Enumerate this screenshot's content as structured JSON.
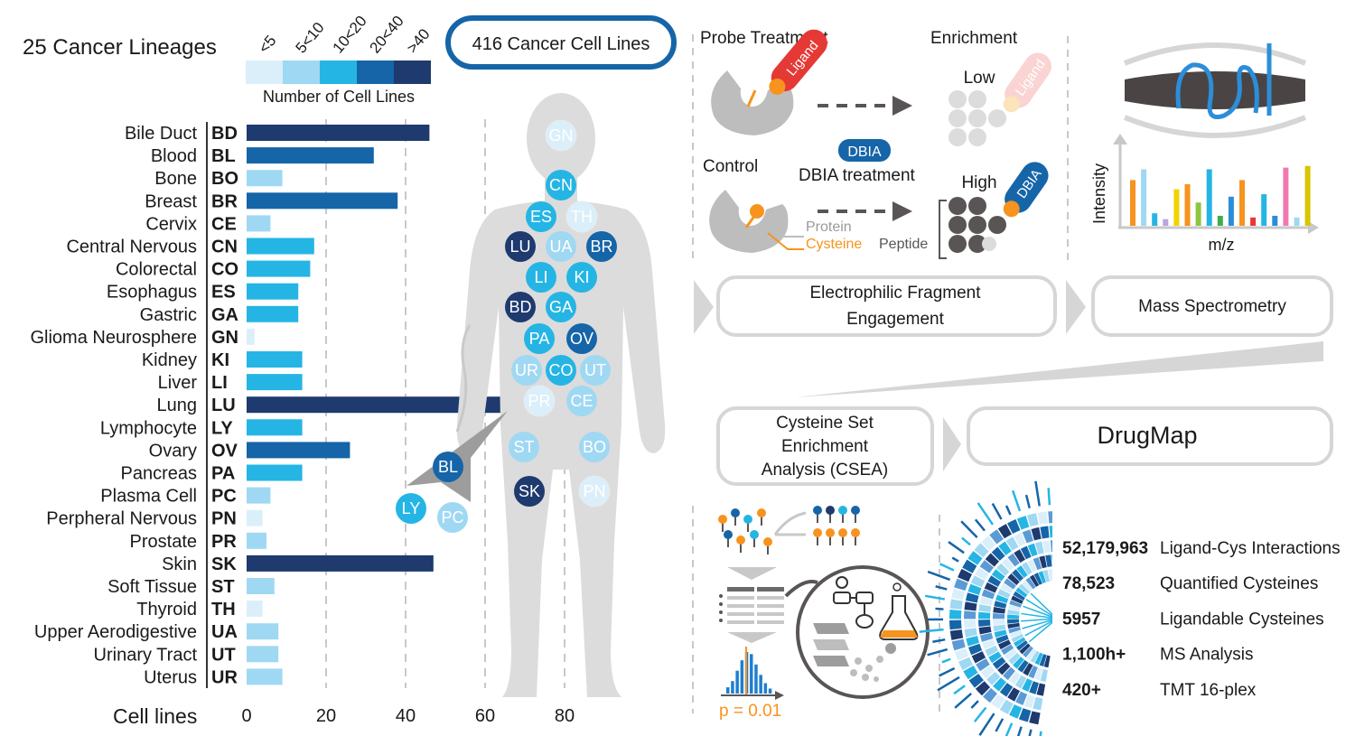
{
  "colors": {
    "bin_lt5": "#dbeffa",
    "bin_5_10": "#9fd8f3",
    "bin_10_20": "#25b5e4",
    "bin_20_40": "#1565a8",
    "bin_gt40": "#1e3a6e",
    "accent_orange": "#f7931e",
    "accent_red": "#e53935",
    "grey_light": "#dedede",
    "grey_dark": "#5a5555"
  },
  "header": {
    "title": "25 Cancer Lineages",
    "badge": "416 Cancer Cell Lines"
  },
  "legend": {
    "title": "Number of Cell Lines",
    "bins": [
      {
        "label": "<5",
        "color": "#dbeffa"
      },
      {
        "label": "5<10",
        "color": "#9fd8f3"
      },
      {
        "label": "10<20",
        "color": "#25b5e4"
      },
      {
        "label": "20<40",
        "color": "#1565a8"
      },
      {
        "label": ">40",
        "color": "#1e3a6e"
      }
    ]
  },
  "chart_data": {
    "type": "bar",
    "orientation": "horizontal",
    "xlabel": "Cell lines",
    "xlim": [
      0,
      80
    ],
    "xticks": [
      0,
      20,
      40,
      60,
      80
    ],
    "grid": "dashed vertical",
    "categories": [
      "Bile Duct",
      "Blood",
      "Bone",
      "Breast",
      "Cervix",
      "Central Nervous",
      "Colorectal",
      "Esophagus",
      "Gastric",
      "Glioma Neurosphere",
      "Kidney",
      "Liver",
      "Lung",
      "Lymphocyte",
      "Ovary",
      "Pancreas",
      "Plasma Cell",
      "Perpheral Nervous",
      "Prostate",
      "Skin",
      "Soft Tissue",
      "Thyroid",
      "Upper Aerodigestive",
      "Urinary Tract",
      "Uterus"
    ],
    "codes": [
      "BD",
      "BL",
      "BO",
      "BR",
      "CE",
      "CN",
      "CO",
      "ES",
      "GA",
      "GN",
      "KI",
      "LI",
      "LU",
      "LY",
      "OV",
      "PA",
      "PC",
      "PN",
      "PR",
      "SK",
      "ST",
      "TH",
      "UA",
      "UT",
      "UR"
    ],
    "values": [
      46,
      32,
      9,
      38,
      6,
      17,
      16,
      13,
      13,
      2,
      14,
      14,
      68,
      14,
      26,
      14,
      6,
      4,
      5,
      47,
      7,
      4,
      8,
      8,
      9
    ]
  },
  "body_map": [
    {
      "code": "GN",
      "bin": 0
    },
    {
      "code": "CN",
      "bin": 2
    },
    {
      "code": "ES",
      "bin": 2
    },
    {
      "code": "TH",
      "bin": 0
    },
    {
      "code": "LU",
      "bin": 4
    },
    {
      "code": "UA",
      "bin": 1
    },
    {
      "code": "BR",
      "bin": 3
    },
    {
      "code": "LI",
      "bin": 2
    },
    {
      "code": "KI",
      "bin": 2
    },
    {
      "code": "BD",
      "bin": 4
    },
    {
      "code": "GA",
      "bin": 2
    },
    {
      "code": "PA",
      "bin": 2
    },
    {
      "code": "OV",
      "bin": 3
    },
    {
      "code": "UR",
      "bin": 1
    },
    {
      "code": "CO",
      "bin": 2
    },
    {
      "code": "UT",
      "bin": 1
    },
    {
      "code": "PR",
      "bin": 0
    },
    {
      "code": "CE",
      "bin": 1
    },
    {
      "code": "ST",
      "bin": 1
    },
    {
      "code": "BO",
      "bin": 1
    },
    {
      "code": "SK",
      "bin": 4
    },
    {
      "code": "PN",
      "bin": 0
    },
    {
      "code": "BL",
      "bin": 3
    },
    {
      "code": "LY",
      "bin": 2
    },
    {
      "code": "PC",
      "bin": 1
    }
  ],
  "workflow": {
    "probe_treatment": "Probe Treatment",
    "enrichment": "Enrichment",
    "ligand": "Ligand",
    "low": "Low",
    "high": "High",
    "control": "Control",
    "dbia": "DBIA",
    "dbia_treatment": "DBIA treatment",
    "protein": "Protein",
    "cysteine": "Cysteine",
    "peptide": "Peptide",
    "intensity": "Intensity",
    "mz": "m/z",
    "efe_line1": "Electrophilic Fragment",
    "efe_line2": "Engagement",
    "ms": "Mass Spectrometry",
    "csea_line1": "Cysteine Set",
    "csea_line2": "Enrichment",
    "csea_line3": "Analysis (CSEA)",
    "drugmap": "DrugMap",
    "pvalue": "p = 0.01"
  },
  "stats": [
    {
      "value": "52,179,963",
      "label": "Ligand-Cys Interactions"
    },
    {
      "value": "78,523",
      "label": "Quantified Cysteines"
    },
    {
      "value": "5957",
      "label": "Ligandable Cysteines"
    },
    {
      "value": "1,100h+",
      "label": "MS Analysis"
    },
    {
      "value": "420+",
      "label": "TMT 16-plex"
    }
  ]
}
